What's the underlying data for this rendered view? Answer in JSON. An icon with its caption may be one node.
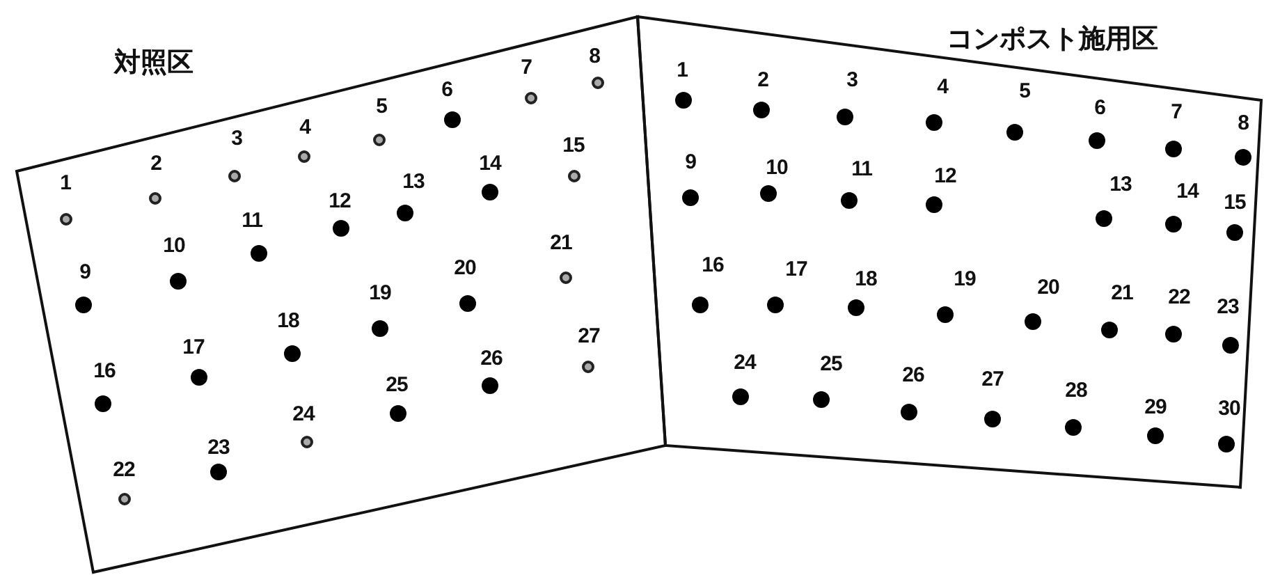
{
  "diagram": {
    "nodes": [
      {
        "text": [
          "対照区"
        ]
      },
      {
        "text": [
          "コンポスト施用区"
        ]
      },
      {
        "text": [
          "1"
        ],
        "in": 0
      },
      {
        "text": [
          "2"
        ],
        "in": 0
      },
      {
        "text": [
          "3"
        ],
        "in": 0
      },
      {
        "text": [
          "4"
        ],
        "in": 0
      },
      {
        "text": [
          "5"
        ],
        "in": 0
      },
      {
        "text": [
          "6"
        ],
        "in": 0
      },
      {
        "text": [
          "7"
        ],
        "in": 0
      },
      {
        "text": [
          "8"
        ],
        "in": 0
      },
      {
        "text": [
          "9"
        ],
        "in": 0
      },
      {
        "text": [
          "10"
        ],
        "in": 0
      },
      {
        "text": [
          "11"
        ],
        "in": 0
      },
      {
        "text": [
          "12"
        ],
        "in": 0
      },
      {
        "text": [
          "13"
        ],
        "in": 0
      },
      {
        "text": [
          "14"
        ],
        "in": 0
      },
      {
        "text": [
          "15"
        ],
        "in": 0
      },
      {
        "text": [
          "16"
        ],
        "in": 0
      },
      {
        "text": [
          "17"
        ],
        "in": 0
      },
      {
        "text": [
          "18"
        ],
        "in": 0
      },
      {
        "text": [
          "19"
        ],
        "in": 0
      },
      {
        "text": [
          "20"
        ],
        "in": 0
      },
      {
        "text": [
          "21"
        ],
        "in": 0
      },
      {
        "text": [
          "22"
        ],
        "in": 0
      },
      {
        "text": [
          "23"
        ],
        "in": 0
      },
      {
        "text": [
          "24"
        ],
        "in": 0
      },
      {
        "text": [
          "25"
        ],
        "in": 0
      },
      {
        "text": [
          "26"
        ],
        "in": 0
      },
      {
        "text": [
          "27"
        ],
        "in": 0
      },
      {
        "text": [
          "1"
        ],
        "in": 1
      },
      {
        "text": [
          "2"
        ],
        "in": 1
      },
      {
        "text": [
          "3"
        ],
        "in": 1
      },
      {
        "text": [
          "4"
        ],
        "in": 1
      },
      {
        "text": [
          "5"
        ],
        "in": 1
      },
      {
        "text": [
          "6"
        ],
        "in": 1
      },
      {
        "text": [
          "7"
        ],
        "in": 1
      },
      {
        "text": [
          "8"
        ],
        "in": 1
      },
      {
        "text": [
          "9"
        ],
        "in": 1
      },
      {
        "text": [
          "10"
        ],
        "in": 1
      },
      {
        "text": [
          "11"
        ],
        "in": 1
      },
      {
        "text": [
          "12"
        ],
        "in": 1
      },
      {
        "text": [
          "13"
        ],
        "in": 1
      },
      {
        "text": [
          "14"
        ],
        "in": 1
      },
      {
        "text": [
          "15"
        ],
        "in": 1
      },
      {
        "text": [
          "16"
        ],
        "in": 1
      },
      {
        "text": [
          "17"
        ],
        "in": 1
      },
      {
        "text": [
          "18"
        ],
        "in": 1
      },
      {
        "text": [
          "19"
        ],
        "in": 1
      },
      {
        "text": [
          "20"
        ],
        "in": 1
      },
      {
        "text": [
          "21"
        ],
        "in": 1
      },
      {
        "text": [
          "22"
        ],
        "in": 1
      },
      {
        "text": [
          "23"
        ],
        "in": 1
      },
      {
        "text": [
          "24"
        ],
        "in": 1
      },
      {
        "text": [
          "25"
        ],
        "in": 1
      },
      {
        "text": [
          "26"
        ],
        "in": 1
      },
      {
        "text": [
          "27"
        ],
        "in": 1
      },
      {
        "text": [
          "28"
        ],
        "in": 1
      },
      {
        "text": [
          "29"
        ],
        "in": 1
      },
      {
        "text": [
          "30"
        ],
        "in": 1
      }
    ]
  }
}
